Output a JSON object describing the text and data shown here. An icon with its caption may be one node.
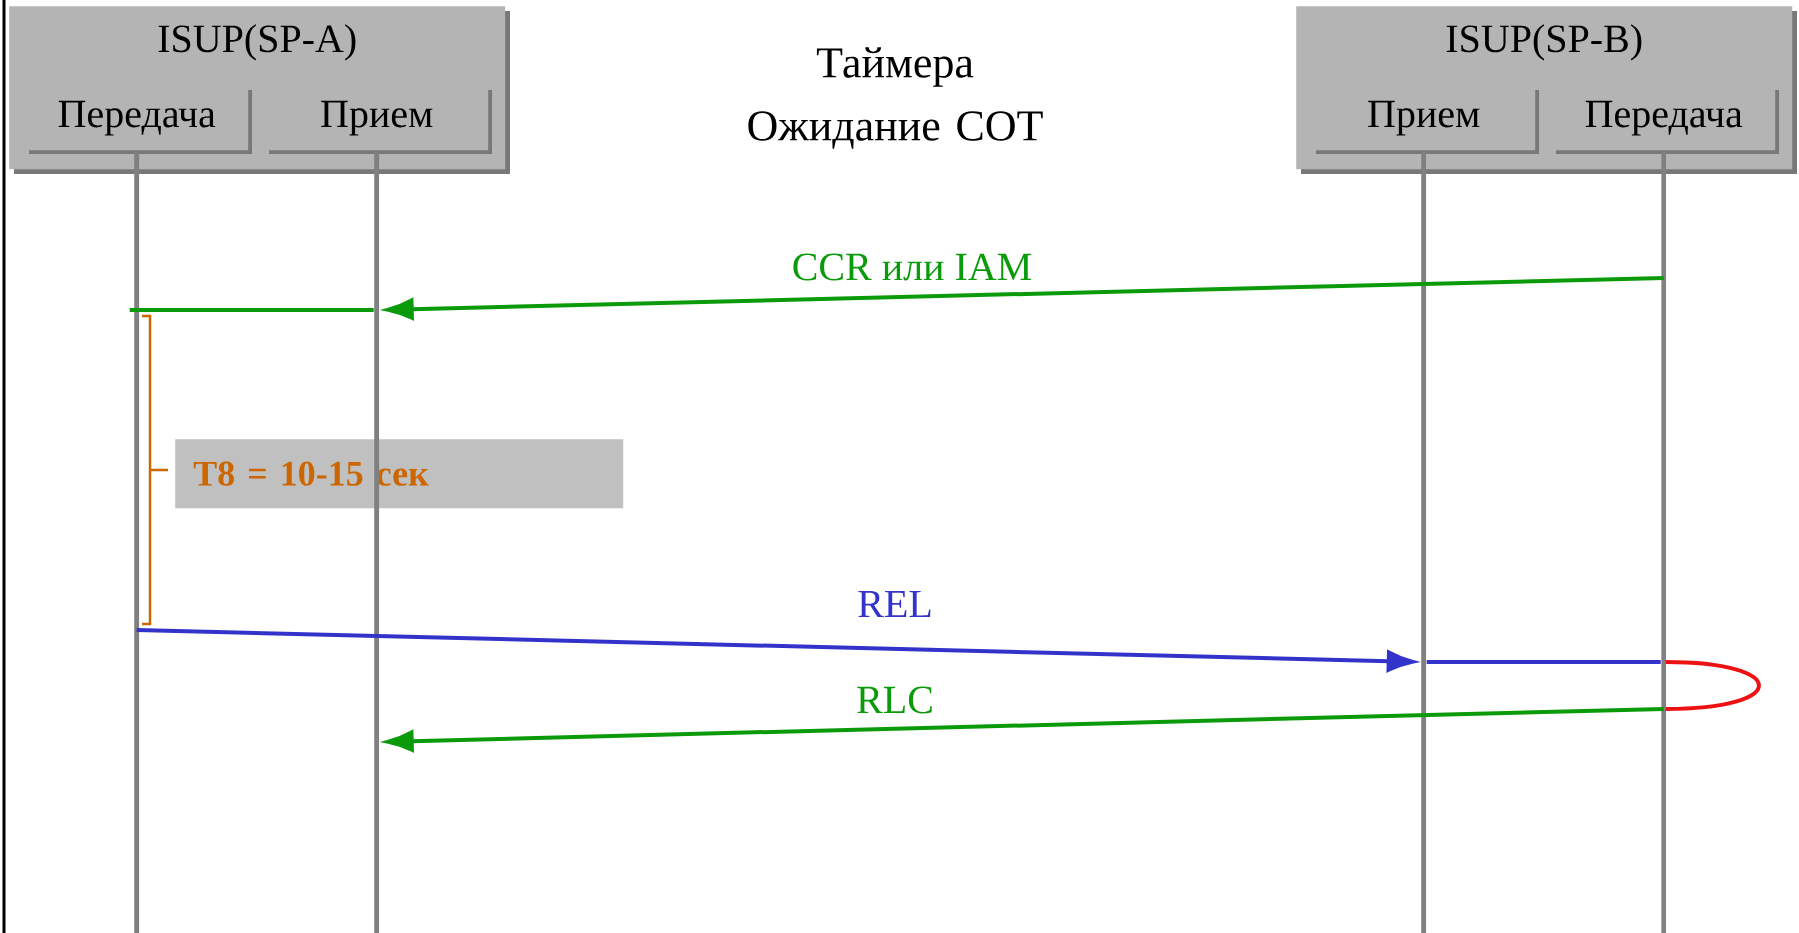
{
  "diagram": {
    "title": "Таймера Ожидание COT",
    "nodes": [
      {
        "text": [
          "ISUP(SP-A)"
        ]
      },
      {
        "text": [
          "Передача"
        ],
        "in": 0
      },
      {
        "text": [
          "Прием"
        ],
        "in": 0
      },
      {
        "text": [
          "ISUP(SP-B)"
        ]
      },
      {
        "text": [
          "Прием"
        ],
        "in": 3
      },
      {
        "text": [
          "Передача"
        ],
        "in": 3
      },
      {
        "text": [
          "T8 = 10-15 сек"
        ]
      },
      {
        "text": [],
        "shape": "line"
      },
      {
        "text": [],
        "shape": "line"
      },
      {
        "text": [],
        "shape": "line"
      },
      {
        "text": [],
        "shape": "line"
      }
    ],
    "edges": [
      {
        "from": 10,
        "to": 8,
        "arrow": "to",
        "label": "CCR или IAM",
        "color": "#0a9a0a"
      },
      {
        "from": 7,
        "to": 8,
        "arrow": "none",
        "color": "#0a9a0a"
      },
      {
        "from": 7,
        "to": 9,
        "arrow": "to",
        "label": "REL",
        "color": "#3333cc"
      },
      {
        "from": 9,
        "to": 10,
        "arrow": "none",
        "color": "#3333cc"
      },
      {
        "from": 10,
        "to": 10,
        "arrow": "none",
        "color": "#ee1111"
      },
      {
        "from": 10,
        "to": 8,
        "arrow": "to",
        "label": "RLC",
        "color": "#0a9a0a"
      }
    ]
  }
}
